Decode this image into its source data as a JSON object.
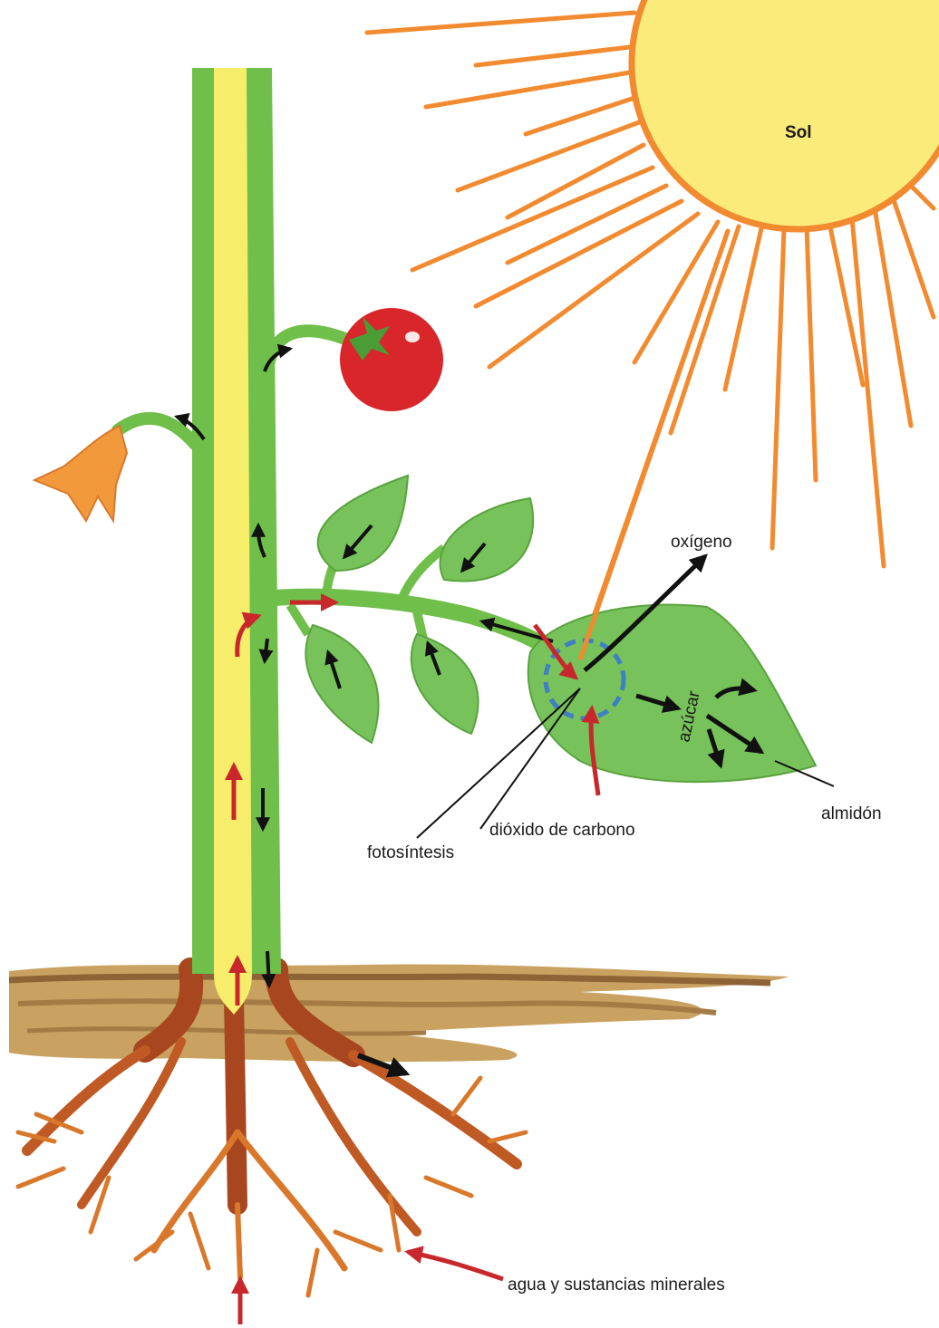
{
  "labels": {
    "sun": "Sol",
    "oxygen": "oxígeno",
    "sugar": "azúcar",
    "starch": "almidón",
    "photosynthesis": "fotosíntesis",
    "carbon_dioxide": "dióxido de carbono",
    "water_minerals": "agua y sustancias minerales"
  },
  "colors": {
    "sun_fill": "#fbeb7a",
    "sun_rays": "#f28a30",
    "stem_green": "#6fbf4a",
    "stem_core": "#f6ee6a",
    "leaf_green": "#77c25a",
    "tomato_red": "#d8262b",
    "flower_orange": "#f29a3b",
    "soil_brown": "#b9894d",
    "root_brown": "#a8471f",
    "root_orange": "#d9782a",
    "arrow_red": "#c8282c",
    "arrow_black": "#111111",
    "photosynthesis_ring": "#3f7fc4"
  }
}
